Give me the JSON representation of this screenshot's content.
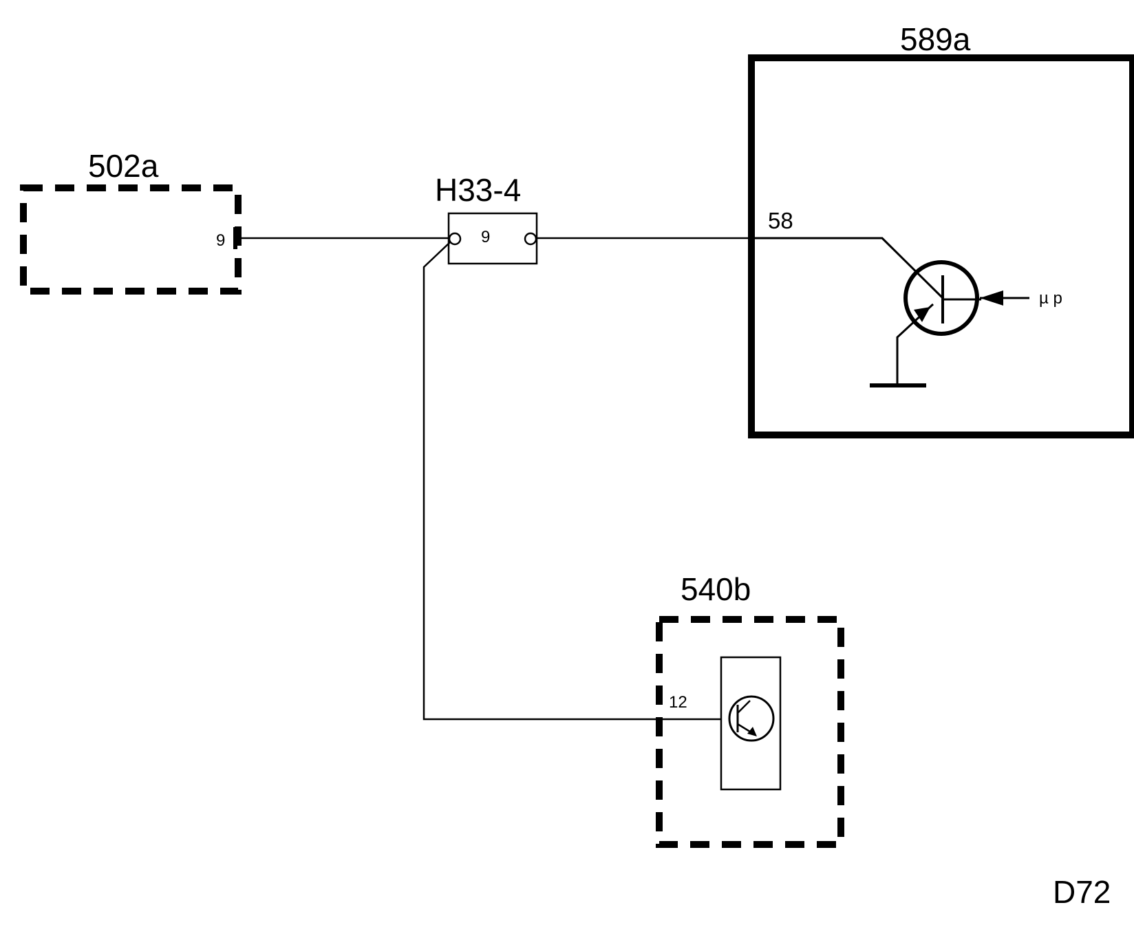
{
  "components": {
    "c502a": {
      "label": "502a",
      "pin": "9"
    },
    "h33": {
      "label": "H33-4",
      "pin": "9"
    },
    "c589a": {
      "label": "589a",
      "pin": "58",
      "input_label": "µ p"
    },
    "c540b": {
      "label": "540b",
      "pin": "12"
    }
  },
  "diagram_id": "D72",
  "colors": {
    "ink": "#000000",
    "background": "#ffffff"
  }
}
